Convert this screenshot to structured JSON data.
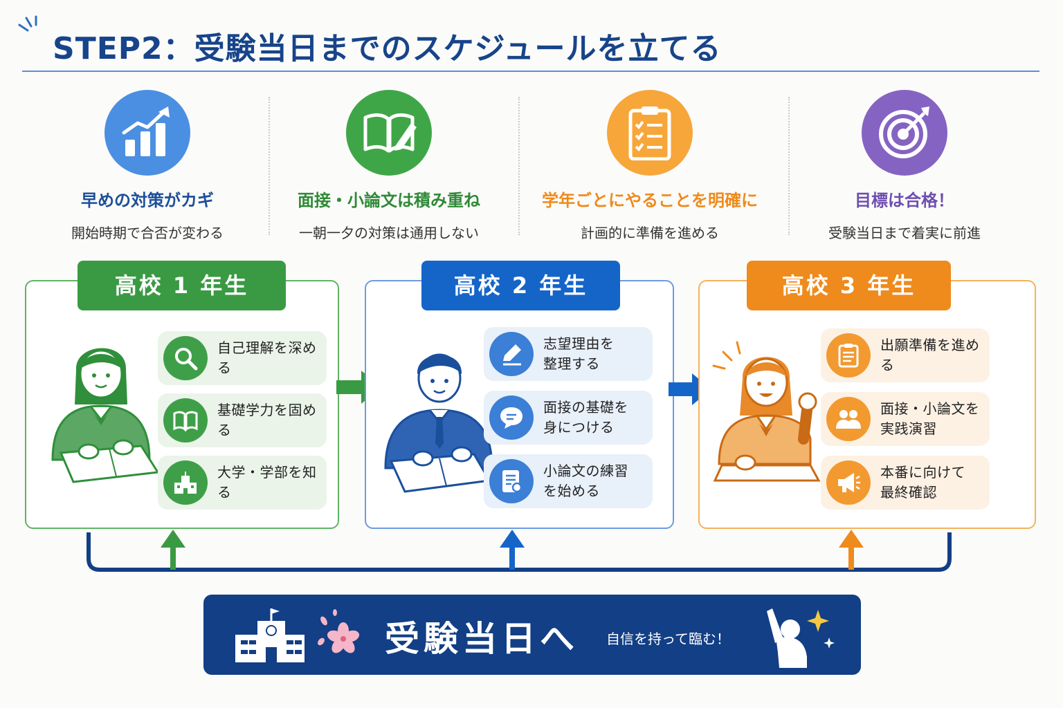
{
  "header": {
    "title": "STEP2：受験当日までのスケジュールを立てる"
  },
  "colors": {
    "navy": "#17448a",
    "green": "#3a9a43",
    "blue": "#1565c8",
    "orange": "#ef8a1c",
    "purple": "#7b5ab5"
  },
  "points": [
    {
      "title": "早めの対策がカギ",
      "sub": "開始時期で合否が変わる",
      "icon": "growth-chart-icon"
    },
    {
      "title": "面接・小論文は積み重ね",
      "sub": "一朝一夕の対策は通用しない",
      "icon": "book-pen-icon"
    },
    {
      "title": "学年ごとにやることを明確に",
      "sub": "計画的に準備を進める",
      "icon": "clipboard-checklist-icon"
    },
    {
      "title": "目標は合格！",
      "sub": "受験当日まで着実に前進",
      "icon": "target-icon"
    }
  ],
  "years": [
    {
      "label": "高校 1 年生",
      "tasks": [
        {
          "text": "自己理解を深める",
          "icon": "magnifier-icon"
        },
        {
          "text": "基礎学力を固める",
          "icon": "book-icon"
        },
        {
          "text": "大学・学部を知る",
          "icon": "university-icon"
        }
      ]
    },
    {
      "label": "高校 2 年生",
      "tasks": [
        {
          "text": "志望理由を\n整理する",
          "icon": "pen-icon"
        },
        {
          "text": "面接の基礎を\n身につける",
          "icon": "speech-bubble-icon"
        },
        {
          "text": "小論文の練習\nを始める",
          "icon": "document-icon"
        }
      ]
    },
    {
      "label": "高校 3 年生",
      "tasks": [
        {
          "text": "出願準備を進める",
          "icon": "clipboard-icon"
        },
        {
          "text": "面接・小論文を\n実践演習",
          "icon": "people-icon"
        },
        {
          "text": "本番に向けて\n最終確認",
          "icon": "megaphone-icon"
        }
      ]
    }
  ],
  "goal": {
    "title": "受験当日へ",
    "sub": "自信を持って臨む！"
  }
}
